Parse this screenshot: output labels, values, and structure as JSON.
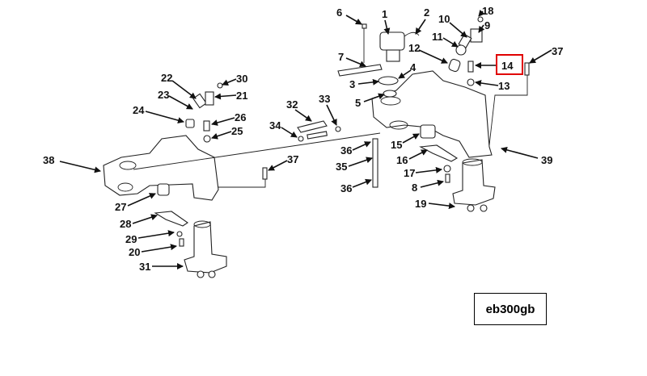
{
  "diagram": {
    "drawing_code": "eb300gb",
    "highlighted_callout": "14",
    "highlight_color": "#e00000",
    "callouts": [
      "1",
      "2",
      "6",
      "18",
      "10",
      "9",
      "11",
      "7",
      "12",
      "14",
      "37",
      "4",
      "3",
      "13",
      "5",
      "30",
      "22",
      "21",
      "23",
      "24",
      "32",
      "33",
      "26",
      "25",
      "34",
      "15",
      "36",
      "16",
      "39",
      "38",
      "35",
      "37",
      "17",
      "36",
      "8",
      "27",
      "19",
      "28",
      "29",
      "20",
      "31"
    ]
  }
}
